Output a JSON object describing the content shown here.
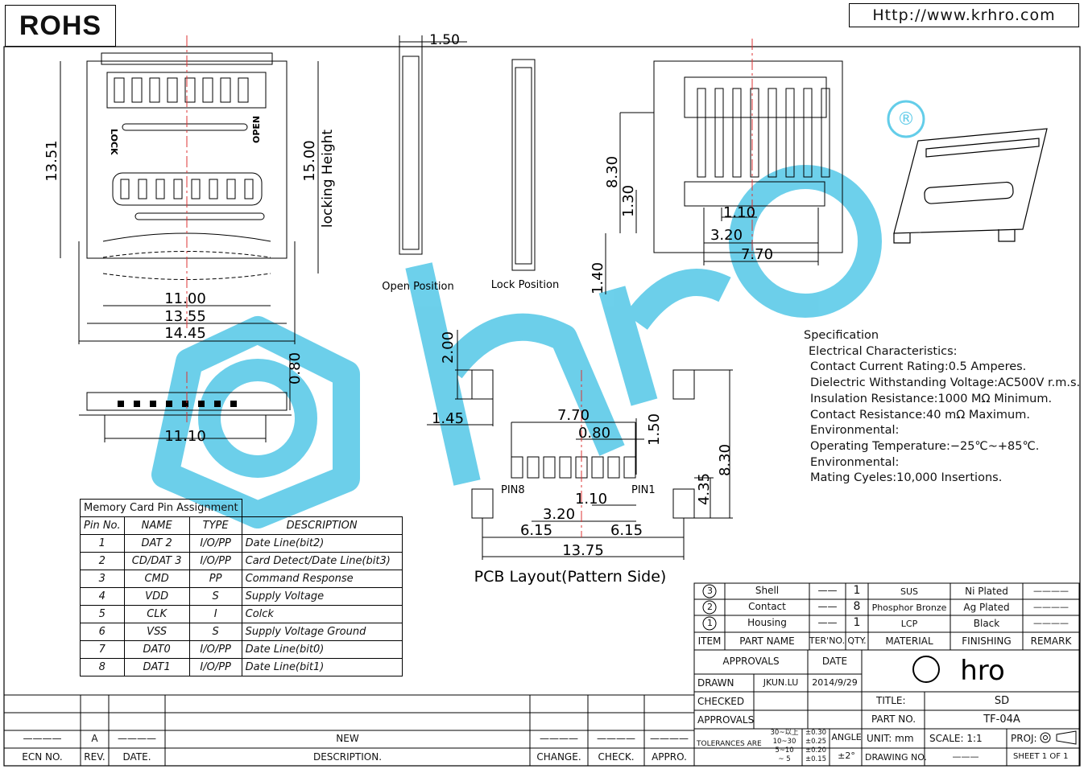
{
  "header": {
    "rohs": "ROHS",
    "url": "Http://www.krhro.com"
  },
  "views": {
    "open_position": "Open Position",
    "lock_position": "Lock Position",
    "pcb_layout": "PCB Layout(Pattern Side)",
    "lock_label": "LOCK",
    "open_label": "OPEN",
    "locking_height": "locking Height",
    "pin8": "PIN8",
    "pin1": "PIN1",
    "registered": "®"
  },
  "dimensions": {
    "d1351": "13.51",
    "d1500": "15.00",
    "d1100": "11.00",
    "d1355": "13.55",
    "d1445": "14.45",
    "d080": "0.80",
    "d1110": "11.10",
    "d150a": "1.50",
    "d830a": "8.30",
    "d130": "1.30",
    "d110a": "1.10",
    "d320a": "3.20",
    "d770a": "7.70",
    "d140": "1.40",
    "d200": "2.00",
    "d145": "1.45",
    "d770b": "7.70",
    "d080b": "0.80",
    "d150b": "1.50",
    "d830b": "8.30",
    "d435": "4.35",
    "d110b": "1.10",
    "d320b": "3.20",
    "d615a": "6.15",
    "d615b": "6.15",
    "d1375": "13.75"
  },
  "pin_table": {
    "title": "Memory Card Pin Assignment",
    "headers": [
      "Pin No.",
      "NAME",
      "TYPE",
      "DESCRIPTION"
    ],
    "rows": [
      [
        "1",
        "DAT 2",
        "I/O/PP",
        "Date Line(bit2)"
      ],
      [
        "2",
        "CD/DAT 3",
        "I/O/PP",
        "Card Detect/Date Line(bit3)"
      ],
      [
        "3",
        "CMD",
        "PP",
        "Command Response"
      ],
      [
        "4",
        "VDD",
        "S",
        "Supply Voltage"
      ],
      [
        "5",
        "CLK",
        "I",
        "Colck"
      ],
      [
        "6",
        "VSS",
        "S",
        "Supply Voltage Ground"
      ],
      [
        "7",
        "DAT0",
        "I/O/PP",
        "Date Line(bit0)"
      ],
      [
        "8",
        "DAT1",
        "I/O/PP",
        "Date Line(bit1)"
      ]
    ]
  },
  "specification": {
    "title": "Specification",
    "electrical": "Electrical Characteristics:",
    "current": "Contact Current Rating:0.5 Amperes.",
    "dielectric": "Dielectric Withstanding Voltage:AC500V r.m.s.",
    "insulation": "Insulation Resistance:1000 MΩ Minimum.",
    "contact_res": "Contact Resistance:40 mΩ Maximum.",
    "env1": "Environmental:",
    "temp": "Operating Temperature:−25℃~+85℃.",
    "env2": "Environmental:",
    "mating": "Mating Cyeles:10,000 Insertions."
  },
  "bom": {
    "rows": [
      {
        "item": "3",
        "name": "Shell",
        "ter": "——",
        "qty": "1",
        "material": "SUS",
        "finishing": "Ni Plated",
        "remark": "————"
      },
      {
        "item": "2",
        "name": "Contact",
        "ter": "——",
        "qty": "8",
        "material": "Phosphor Bronze",
        "finishing": "Ag Plated",
        "remark": "————"
      },
      {
        "item": "1",
        "name": "Housing",
        "ter": "——",
        "qty": "1",
        "material": "LCP",
        "finishing": "Black",
        "remark": "————"
      }
    ],
    "headers": {
      "item": "ITEM",
      "name": "PART NAME",
      "ter": "TER'NO.",
      "qty": "QTY.",
      "material": "MATERIAL",
      "finishing": "FINISHING",
      "remark": "REMARK"
    }
  },
  "title_block": {
    "approvals_hdr": "APPROVALS",
    "date_hdr": "DATE",
    "drawn_lbl": "DRAWN",
    "drawn_by": "JKUN.LU",
    "drawn_date": "2014/9/29",
    "checked_lbl": "CHECKED",
    "approvals_lbl": "APPROVALS",
    "title_lbl": "TITLE:",
    "title_val": "SD",
    "part_lbl": "PART NO.",
    "part_val": "TF-04A",
    "tolerances_lbl": "TOLERANCES ARE",
    "tol_ranges": [
      "30~以上",
      "10~30",
      "5~10",
      "~ 5"
    ],
    "tol_vals": [
      "±0.30",
      "±0.25",
      "±0.20",
      "±0.15"
    ],
    "angle_lbl": "ANGLE",
    "angle_val": "±2°",
    "unit": "UNIT:  mm",
    "scale": "SCALE:   1:1",
    "proj": "PROJ:",
    "drawing_no": "DRAWING NO.",
    "drawing_no_val": "———",
    "sheet": "SHEET    1  OF  1",
    "logo": "hro"
  },
  "revision": {
    "row": {
      "blank": "————",
      "rev": "A",
      "date": "————",
      "desc": "NEW",
      "change": "————",
      "check": "————",
      "appro": "————"
    },
    "headers": {
      "ecn": "ECN NO.",
      "rev": "REV.",
      "date": "DATE.",
      "desc": "DESCRIPTION.",
      "change": "CHANGE.",
      "check": "CHECK.",
      "appro": "APPRO."
    }
  }
}
